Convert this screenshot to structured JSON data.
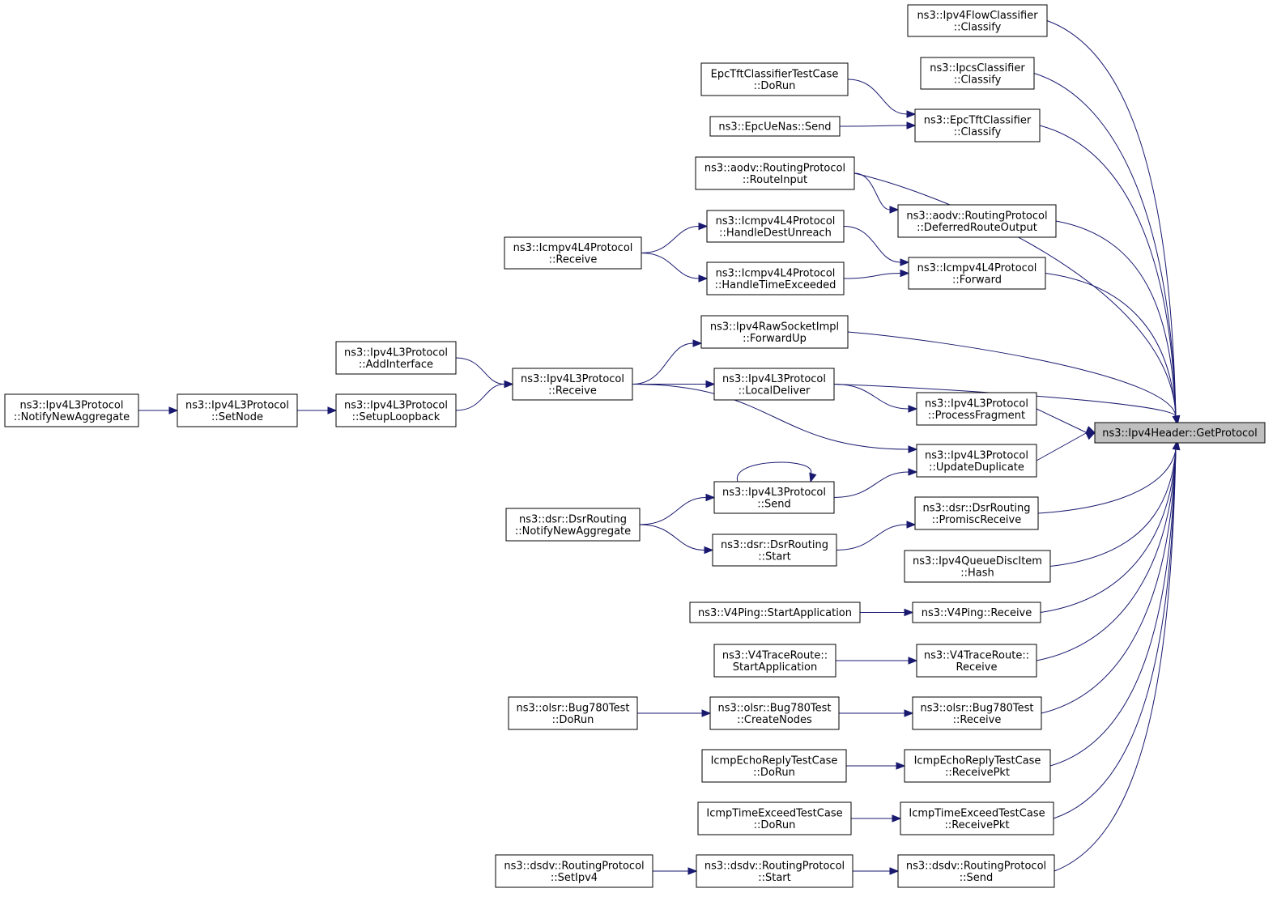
{
  "diagram": {
    "type": "caller graph",
    "root": "ns3::Ipv4Header::GetProtocol",
    "colors": {
      "edge": "#191970",
      "root_fill": "#bfbfbf",
      "node_fill": "#ffffff",
      "node_border": "#000000"
    },
    "nodes": [
      {
        "id": "root",
        "lines": [
          "ns3::Ipv4Header::GetProtocol"
        ]
      },
      {
        "id": "n_flowcls",
        "lines": [
          "ns3::Ipv4FlowClassifier",
          "::Classify"
        ]
      },
      {
        "id": "n_ipcs",
        "lines": [
          "ns3::IpcsClassifier",
          "::Classify"
        ]
      },
      {
        "id": "n_epctftcls",
        "lines": [
          "ns3::EpcTftClassifier",
          "::Classify"
        ]
      },
      {
        "id": "n_epctest",
        "lines": [
          "EpcTftClassifierTestCase",
          "::DoRun"
        ]
      },
      {
        "id": "n_epcuenas",
        "lines": [
          "ns3::EpcUeNas::Send"
        ]
      },
      {
        "id": "n_aodvrouteinput",
        "lines": [
          "ns3::aodv::RoutingProtocol",
          "::RouteInput"
        ]
      },
      {
        "id": "n_aodvdeferred",
        "lines": [
          "ns3::aodv::RoutingProtocol",
          "::DeferredRouteOutput"
        ]
      },
      {
        "id": "n_icmpdest",
        "lines": [
          "ns3::Icmpv4L4Protocol",
          "::HandleDestUnreach"
        ]
      },
      {
        "id": "n_icmprecv",
        "lines": [
          "ns3::Icmpv4L4Protocol",
          "::Receive"
        ]
      },
      {
        "id": "n_icmptime",
        "lines": [
          "ns3::Icmpv4L4Protocol",
          "::HandleTimeExceeded"
        ]
      },
      {
        "id": "n_icmpfwd",
        "lines": [
          "ns3::Icmpv4L4Protocol",
          "::Forward"
        ]
      },
      {
        "id": "n_rawfwd",
        "lines": [
          "ns3::Ipv4RawSocketImpl",
          "::ForwardUp"
        ]
      },
      {
        "id": "n_addif",
        "lines": [
          "ns3::Ipv4L3Protocol",
          "::AddInterface"
        ]
      },
      {
        "id": "n_l3recv",
        "lines": [
          "ns3::Ipv4L3Protocol",
          "::Receive"
        ]
      },
      {
        "id": "n_localdel",
        "lines": [
          "ns3::Ipv4L3Protocol",
          "::LocalDeliver"
        ]
      },
      {
        "id": "n_notifyagg",
        "lines": [
          "ns3::Ipv4L3Protocol",
          "::NotifyNewAggregate"
        ]
      },
      {
        "id": "n_setnode",
        "lines": [
          "ns3::Ipv4L3Protocol",
          "::SetNode"
        ]
      },
      {
        "id": "n_setuplo",
        "lines": [
          "ns3::Ipv4L3Protocol",
          "::SetupLoopback"
        ]
      },
      {
        "id": "n_procfrag",
        "lines": [
          "ns3::Ipv4L3Protocol",
          "::ProcessFragment"
        ]
      },
      {
        "id": "n_updup",
        "lines": [
          "ns3::Ipv4L3Protocol",
          "::UpdateDuplicate"
        ]
      },
      {
        "id": "n_l3send",
        "lines": [
          "ns3::Ipv4L3Protocol",
          "::Send"
        ]
      },
      {
        "id": "n_dsrpromisc",
        "lines": [
          "ns3::dsr::DsrRouting",
          "::PromiscReceive"
        ]
      },
      {
        "id": "n_dsrnotify",
        "lines": [
          "ns3::dsr::DsrRouting",
          "::NotifyNewAggregate"
        ]
      },
      {
        "id": "n_dsrstart",
        "lines": [
          "ns3::dsr::DsrRouting",
          "::Start"
        ]
      },
      {
        "id": "n_qdhash",
        "lines": [
          "ns3::Ipv4QueueDiscItem",
          "::Hash"
        ]
      },
      {
        "id": "n_v4pingstart",
        "lines": [
          "ns3::V4Ping::StartApplication"
        ]
      },
      {
        "id": "n_v4pingrecv",
        "lines": [
          "ns3::V4Ping::Receive"
        ]
      },
      {
        "id": "n_v4trstart",
        "lines": [
          "ns3::V4TraceRoute::",
          "StartApplication"
        ]
      },
      {
        "id": "n_v4trrecv",
        "lines": [
          "ns3::V4TraceRoute::",
          "Receive"
        ]
      },
      {
        "id": "n_olsrdorun",
        "lines": [
          "ns3::olsr::Bug780Test",
          "::DoRun"
        ]
      },
      {
        "id": "n_olsrcreate",
        "lines": [
          "ns3::olsr::Bug780Test",
          "::CreateNodes"
        ]
      },
      {
        "id": "n_olsrrecv",
        "lines": [
          "ns3::olsr::Bug780Test",
          "::Receive"
        ]
      },
      {
        "id": "n_echodorun",
        "lines": [
          "IcmpEchoReplyTestCase",
          "::DoRun"
        ]
      },
      {
        "id": "n_echorecv",
        "lines": [
          "IcmpEchoReplyTestCase",
          "::ReceivePkt"
        ]
      },
      {
        "id": "n_timedorun",
        "lines": [
          "IcmpTimeExceedTestCase",
          "::DoRun"
        ]
      },
      {
        "id": "n_timerecv",
        "lines": [
          "IcmpTimeExceedTestCase",
          "::ReceivePkt"
        ]
      },
      {
        "id": "n_dsdvsetipv4",
        "lines": [
          "ns3::dsdv::RoutingProtocol",
          "::SetIpv4"
        ]
      },
      {
        "id": "n_dsdvstart",
        "lines": [
          "ns3::dsdv::RoutingProtocol",
          "::Start"
        ]
      },
      {
        "id": "n_dsdvsend",
        "lines": [
          "ns3::dsdv::RoutingProtocol",
          "::Send"
        ]
      }
    ],
    "edges": [
      {
        "from": "n_flowcls",
        "to": "root"
      },
      {
        "from": "n_ipcs",
        "to": "root"
      },
      {
        "from": "n_epctftcls",
        "to": "root"
      },
      {
        "from": "n_aodvrouteinput",
        "to": "root"
      },
      {
        "from": "n_aodvdeferred",
        "to": "root"
      },
      {
        "from": "n_icmpfwd",
        "to": "root"
      },
      {
        "from": "n_rawfwd",
        "to": "root"
      },
      {
        "from": "n_localdel",
        "to": "root"
      },
      {
        "from": "n_procfrag",
        "to": "root"
      },
      {
        "from": "n_updup",
        "to": "root"
      },
      {
        "from": "n_dsrpromisc",
        "to": "root"
      },
      {
        "from": "n_qdhash",
        "to": "root"
      },
      {
        "from": "n_v4pingrecv",
        "to": "root"
      },
      {
        "from": "n_v4trrecv",
        "to": "root"
      },
      {
        "from": "n_olsrrecv",
        "to": "root"
      },
      {
        "from": "n_echorecv",
        "to": "root"
      },
      {
        "from": "n_timerecv",
        "to": "root"
      },
      {
        "from": "n_dsdvsend",
        "to": "root"
      },
      {
        "from": "n_epctest",
        "to": "n_epctftcls"
      },
      {
        "from": "n_epcuenas",
        "to": "n_epctftcls"
      },
      {
        "from": "n_aodvrouteinput",
        "to": "n_aodvdeferred"
      },
      {
        "from": "n_icmpdest",
        "to": "n_icmpfwd"
      },
      {
        "from": "n_icmptime",
        "to": "n_icmpfwd"
      },
      {
        "from": "n_icmprecv",
        "to": "n_icmpdest"
      },
      {
        "from": "n_icmprecv",
        "to": "n_icmptime"
      },
      {
        "from": "n_l3recv",
        "to": "n_rawfwd"
      },
      {
        "from": "n_l3recv",
        "to": "n_localdel"
      },
      {
        "from": "n_l3recv",
        "to": "n_updup"
      },
      {
        "from": "n_addif",
        "to": "n_l3recv"
      },
      {
        "from": "n_setuplo",
        "to": "n_l3recv"
      },
      {
        "from": "n_setnode",
        "to": "n_setuplo"
      },
      {
        "from": "n_notifyagg",
        "to": "n_setnode"
      },
      {
        "from": "n_localdel",
        "to": "n_procfrag"
      },
      {
        "from": "n_l3send",
        "to": "n_updup"
      },
      {
        "from": "n_l3send",
        "to": "n_l3send"
      },
      {
        "from": "n_dsrnotify",
        "to": "n_l3send"
      },
      {
        "from": "n_dsrnotify",
        "to": "n_dsrstart"
      },
      {
        "from": "n_dsrstart",
        "to": "n_dsrpromisc"
      },
      {
        "from": "n_v4pingstart",
        "to": "n_v4pingrecv"
      },
      {
        "from": "n_v4trstart",
        "to": "n_v4trrecv"
      },
      {
        "from": "n_olsrdorun",
        "to": "n_olsrcreate"
      },
      {
        "from": "n_olsrcreate",
        "to": "n_olsrrecv"
      },
      {
        "from": "n_echodorun",
        "to": "n_echorecv"
      },
      {
        "from": "n_timedorun",
        "to": "n_timerecv"
      },
      {
        "from": "n_dsdvsetipv4",
        "to": "n_dsdvstart"
      },
      {
        "from": "n_dsdvstart",
        "to": "n_dsdvsend"
      }
    ]
  }
}
